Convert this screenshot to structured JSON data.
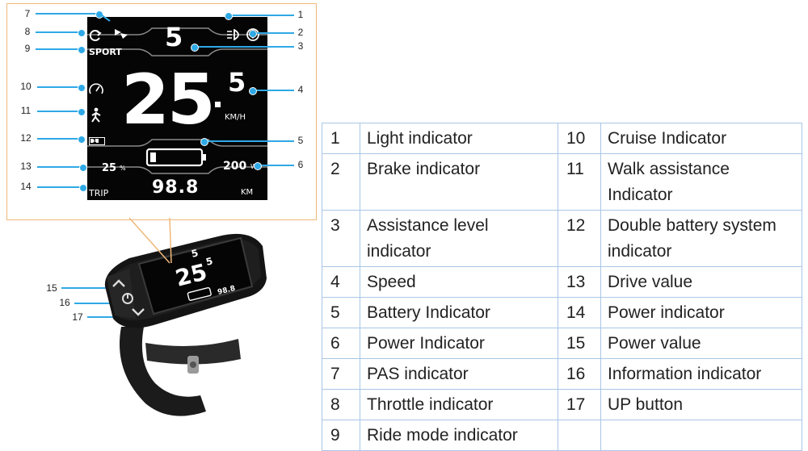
{
  "display": {
    "assist_level": "5",
    "ride_mode": "SPORT",
    "speed_int": "25",
    "speed_dec": "5",
    "speed_unit": "KM/H",
    "drive_value": "25",
    "drive_unit": "%",
    "power_value": "200",
    "power_unit": "W",
    "trip_label": "TRIP",
    "trip_value": "98.8",
    "trip_unit": "KM",
    "dual_battery_badge": "1"
  },
  "callouts": [
    "1",
    "2",
    "3",
    "4",
    "5",
    "6",
    "7",
    "8",
    "9",
    "10",
    "11",
    "12",
    "13",
    "14",
    "15",
    "16",
    "17"
  ],
  "legend": [
    {
      "n1": "1",
      "l1": "Light indicator",
      "n2": "10",
      "l2": "Cruise Indicator"
    },
    {
      "n1": "2",
      "l1": "Brake indicator",
      "n2": "11",
      "l2": "Walk assistance Indicator"
    },
    {
      "n1": "3",
      "l1": "Assistance level indicator",
      "n2": "12",
      "l2": "Double battery system indicator"
    },
    {
      "n1": "4",
      "l1": "Speed",
      "n2": "13",
      "l2": "Drive value"
    },
    {
      "n1": "5",
      "l1": "Battery Indicator",
      "n2": "14",
      "l2": "Power indicator"
    },
    {
      "n1": "6",
      "l1": "Power Indicator",
      "n2": "15",
      "l2": "Power value"
    },
    {
      "n1": "7",
      "l1": "PAS indicator",
      "n2": "16",
      "l2": "Information indicator"
    },
    {
      "n1": "8",
      "l1": "Throttle indicator",
      "n2": "17",
      "l2": "UP button"
    },
    {
      "n1": "9",
      "l1": "Ride mode indicator",
      "n2": "",
      "l2": ""
    }
  ],
  "colors": {
    "callout": "#2fa9e6",
    "frame": "#f0b87a",
    "table_border": "#a8c6e6",
    "screen": "#050505"
  },
  "icons": [
    "headlight-icon",
    "brake-warning-icon",
    "throttle-cycle-icon",
    "pas-flag-icon",
    "cruise-gauge-icon",
    "walk-person-icon",
    "battery-icon",
    "power-icon",
    "information-icon",
    "up-arrow-icon",
    "down-arrow-icon"
  ]
}
